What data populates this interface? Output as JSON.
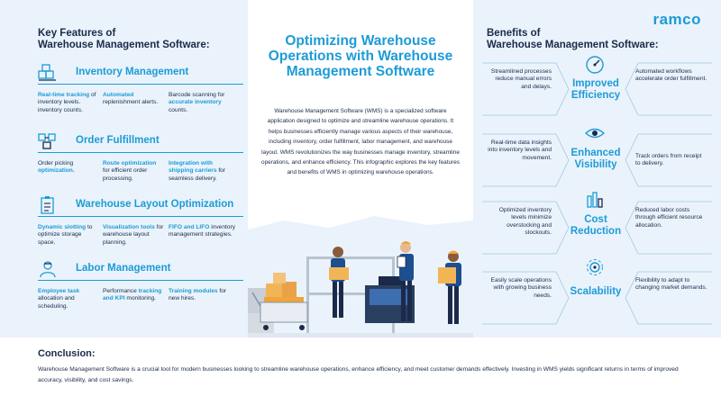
{
  "colors": {
    "accent": "#1d9bd7",
    "navy": "#1b2a4a",
    "panel_bg": "#eaf3fb",
    "white": "#ffffff"
  },
  "left": {
    "heading_line1": "Key Features of",
    "heading_line2": "Warehouse Management Software:",
    "sections": [
      {
        "icon": "inventory-boxes-icon",
        "title": "Inventory Management",
        "col1_hl": "Real-time tracking",
        "col1_rest": " of inventory levels. inventory counts.",
        "col2_hl": "Automated",
        "col2_rest": " replenishment alerts.",
        "col3_pre": "Barcode scanning for ",
        "col3_hl": "accurate inventory",
        "col3_rest": " counts."
      },
      {
        "icon": "order-fulfillment-icon",
        "title": "Order Fulfillment",
        "col1_pre": "Order picking ",
        "col1_hl": "optimization.",
        "col2_hl": "Route optimization",
        "col2_rest": " for efficient order processing.",
        "col3_hl": "Integration with shipping carriers",
        "col3_rest": " for seamless delivery."
      },
      {
        "icon": "layout-clipboard-icon",
        "title": "Warehouse  Layout Optimization",
        "col1_hl": "Dynamic slotting",
        "col1_rest": " to optimize storage space.",
        "col2_hl": "Visualization tools",
        "col2_rest": " for warehouse layout planning.",
        "col3_hl": "FIFO and LIFO",
        "col3_rest": " inventory management strategies."
      },
      {
        "icon": "labor-worker-icon",
        "title": "Labor Management",
        "col1_hl": "Employee task",
        "col1_rest": " allocation and scheduling.",
        "col2_pre": "Performance ",
        "col2_hl": "tracking and KPI",
        "col2_rest": " monitoring.",
        "col3_hl": "Training modules",
        "col3_rest": " for new hires."
      }
    ]
  },
  "center": {
    "title_line1": "Optimizing Warehouse",
    "title_line2": "Operations with Warehouse",
    "title_line3": "Management Software",
    "description": "Warehouse Management Software (WMS) is a specialized software application designed to optimize and streamline warehouse operations. It helps businesses efficiently manage various aspects of their warehouse, including inventory, order fulfillment, labor management, and warehouse layout. WMS revolutionizes the way businesses manage inventory, streamline operations, and enhance efficiency. This infographic explores the key features and benefits of WMS in optimizing warehouse operations."
  },
  "right": {
    "brand": "ramco",
    "heading_line1": "Benefits of",
    "heading_line2": "Warehouse Management Software:",
    "benefits": [
      {
        "icon": "speed-gauge-icon",
        "title_line1": "Improved",
        "title_line2": "Efficiency",
        "left_text": "Streamlined processes reduce manual errors and delays.",
        "right_text": "Automated workflows accelerate order fulfillment."
      },
      {
        "icon": "visibility-eye-icon",
        "title_line1": "Enhanced",
        "title_line2": "Visibility",
        "left_text": "Real-time data insights into inventory levels and movement.",
        "right_text": "Track orders from receipt to delivery."
      },
      {
        "icon": "cost-coins-icon",
        "title_line1": "Cost",
        "title_line2": "Reduction",
        "left_text": "Optimized inventory levels minimize overstocking and stockouts.",
        "right_text": "Reduced labor costs through efficient resource allocation."
      },
      {
        "icon": "scalability-gear-icon",
        "title_line1": "Scalability",
        "title_line2": "",
        "left_text": "Easily scale operations with growing business needs.",
        "right_text": "Flexibility to adapt to changing market demands."
      }
    ]
  },
  "conclusion": {
    "title": "Conclusion:",
    "text": "Warehouse Management Software is a crucial tool for modern businesses looking to streamline warehouse operations, enhance efficiency, and meet customer demands effectively. Investing in WMS yields significant returns in terms of improved accuracy, visibility, and cost savings."
  }
}
